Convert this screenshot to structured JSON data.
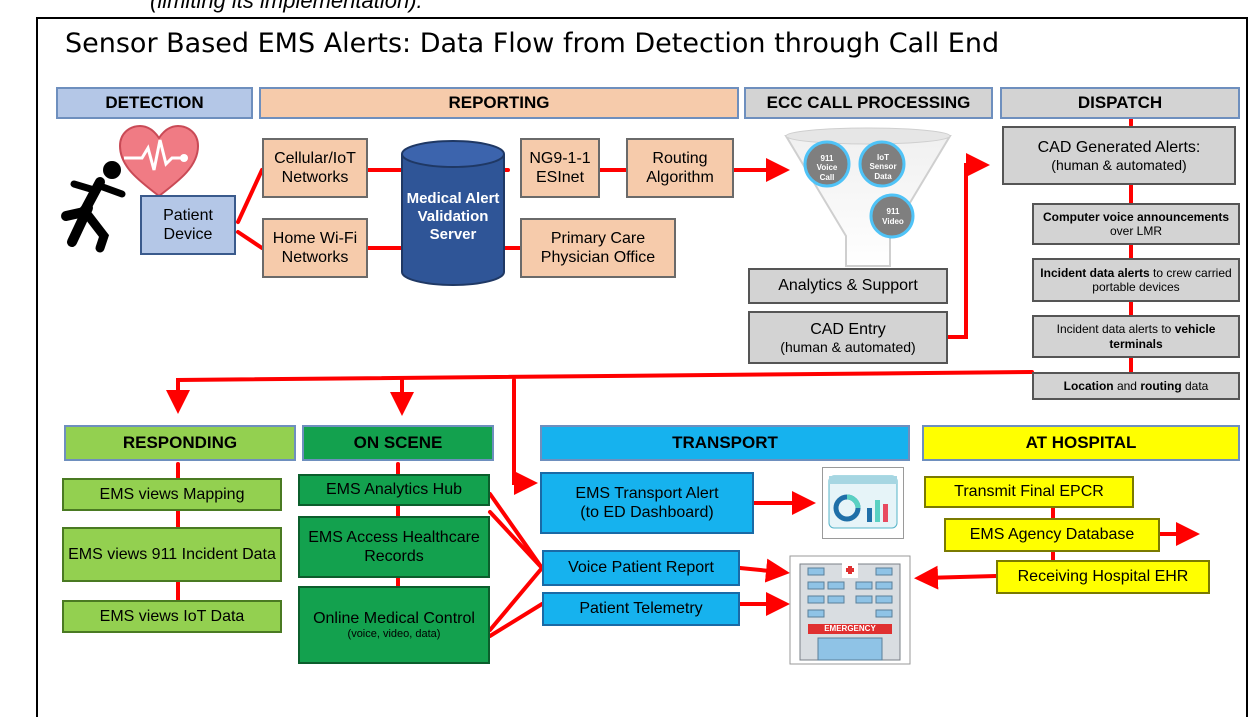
{
  "top_note": "(limiting its implementation).",
  "title": "Sensor Based EMS Alerts:   Data Flow from Detection through Call End",
  "headers": {
    "detection": "DETECTION",
    "reporting": "REPORTING",
    "ecc": "ECC CALL PROCESSING",
    "dispatch": "DISPATCH",
    "responding": "RESPONDING",
    "on_scene": "ON SCENE",
    "transport": "TRANSPORT",
    "at_hospital": "AT HOSPITAL"
  },
  "detection": {
    "patient_device": "Patient Device"
  },
  "reporting": {
    "cellular": "Cellular/IoT Networks",
    "wifi": "Home Wi-Fi Networks",
    "server": "Medical Alert Validation Server",
    "ng911": "NG9-1-1 ESInet",
    "routing": "Routing Algorithm",
    "pcp": "Primary Care Physician Office"
  },
  "ecc": {
    "funnel_voice": "911 Voice Call",
    "funnel_iot": "IoT Sensor Data",
    "funnel_video": "911 Video",
    "analytics": "Analytics & Support",
    "cad_entry": "CAD Entry",
    "cad_entry_sub": "(human & automated)"
  },
  "dispatch": {
    "cad_alerts": "CAD Generated Alerts:",
    "cad_alerts_sub": "(human & automated)",
    "item1_bold": "Computer voice announcements",
    "item1_rest": " over LMR",
    "item2_bold": "Incident data alerts",
    "item2_rest": " to crew carried portable devices",
    "item3_pre": "Incident data alerts to ",
    "item3_bold": "vehicle terminals",
    "item4_bold1": "Location",
    "item4_mid": " and ",
    "item4_bold2": "routing",
    "item4_end": " data"
  },
  "responding": {
    "mapping": "EMS views Mapping",
    "incident": "EMS views 911 Incident Data",
    "iot": "EMS views IoT Data"
  },
  "on_scene": {
    "analytics_hub": "EMS Analytics Hub",
    "access_records": "EMS Access Healthcare Records",
    "omc": "Online Medical Control",
    "omc_sub": "(voice, video, data)"
  },
  "transport": {
    "alert": "EMS Transport Alert",
    "alert_sub": "(to ED Dashboard)",
    "voice_report": "Voice Patient Report",
    "telemetry": "Patient Telemetry"
  },
  "hospital": {
    "epcr": "Transmit Final EPCR",
    "agency_db": "EMS Agency Database",
    "ehr": "Receiving Hospital EHR",
    "emergency_sign": "EMERGENCY"
  },
  "colors": {
    "arrow_red": "#ff0000",
    "detection_blue": "#b4c7e7",
    "peach": "#f6cbab",
    "gray": "#d3d3d3",
    "light_green": "#93d050",
    "green": "#13a14e",
    "blue": "#16b2ee",
    "yellow": "#ffff00"
  }
}
